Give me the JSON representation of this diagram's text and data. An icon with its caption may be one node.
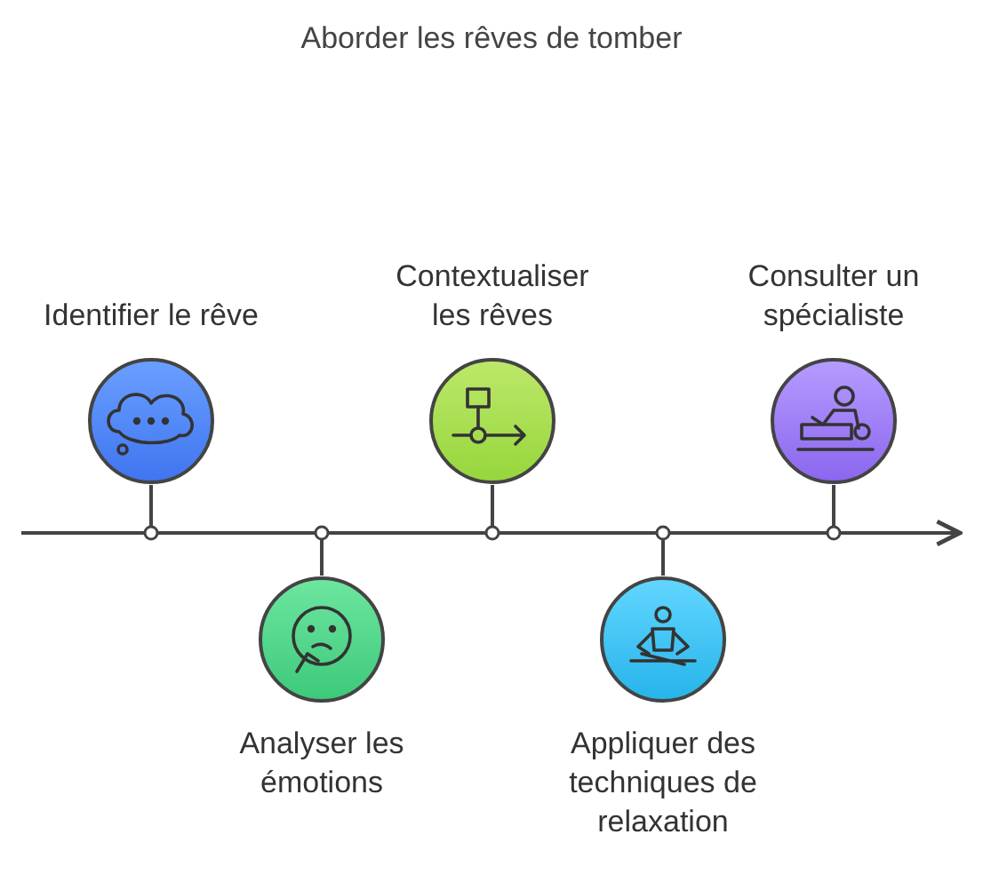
{
  "diagram": {
    "title": "Aborder les rêves de tomber",
    "nodes": [
      {
        "text": [
          "Identifier le rêve"
        ]
      },
      {
        "text": [
          "Analyser les émotions"
        ]
      },
      {
        "text": [
          "Contextualiser les rêves"
        ]
      },
      {
        "text": [
          "Appliquer des techniques de relaxation"
        ]
      },
      {
        "text": [
          "Consulter un spécialiste"
        ]
      },
      {
        "text": [],
        "shape": "bar"
      }
    ],
    "edges": [
      {
        "from": 0,
        "to": 5,
        "arrow": "other"
      },
      {
        "from": 1,
        "to": 5,
        "arrow": "other"
      },
      {
        "from": 2,
        "to": 5,
        "arrow": "other"
      },
      {
        "from": 3,
        "to": 5,
        "arrow": "other"
      },
      {
        "from": 4,
        "to": 5,
        "arrow": "other"
      }
    ]
  }
}
